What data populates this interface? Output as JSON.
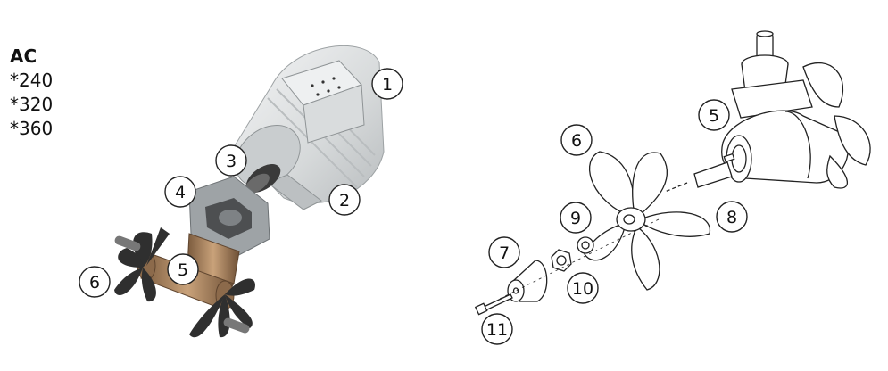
{
  "models": {
    "title": "AC",
    "items": [
      "*240",
      "*320",
      "*360"
    ]
  },
  "callouts": {
    "left": {
      "c1": "1",
      "c2": "2",
      "c3": "3",
      "c4": "4",
      "c5": "5",
      "c6": "6"
    },
    "right": {
      "c5": "5",
      "c6": "6",
      "c7": "7",
      "c8": "8",
      "c9": "9",
      "c10": "10",
      "c11": "11"
    }
  },
  "colors": {
    "motor_body": "#dcdfe0",
    "bronze": "#a9805a",
    "blade": "#2f2f2f",
    "line": "#222222"
  }
}
